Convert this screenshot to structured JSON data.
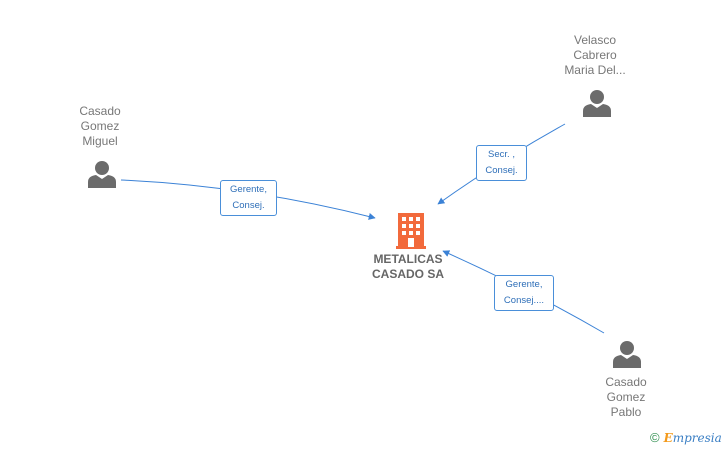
{
  "company": {
    "name_line1": "METALICAS",
    "name_line2": "CASADO SA",
    "icon": "building-icon",
    "icon_color": "#f26a3c"
  },
  "persons": [
    {
      "line1": "Casado",
      "line2": "Gomez",
      "line3": "Miguel",
      "icon": "person-icon"
    },
    {
      "line1": "Velasco",
      "line2": "Cabrero",
      "line3": "Maria Del...",
      "icon": "person-icon"
    },
    {
      "line1": "Casado",
      "line2": "Gomez",
      "line3": "Pablo",
      "icon": "person-icon"
    }
  ],
  "relations": [
    {
      "line1": "Gerente,",
      "line2": "Consej."
    },
    {
      "line1": "Secr. ,",
      "line2": "Consej."
    },
    {
      "line1": "Gerente,",
      "line2": "Consej...."
    }
  ],
  "colors": {
    "edge": "#3b82d6",
    "person": "#6b6b6b",
    "label_text": "#2f6fb8"
  },
  "brand": {
    "copyright": "©",
    "e": "E",
    "rest": "mpresia"
  }
}
